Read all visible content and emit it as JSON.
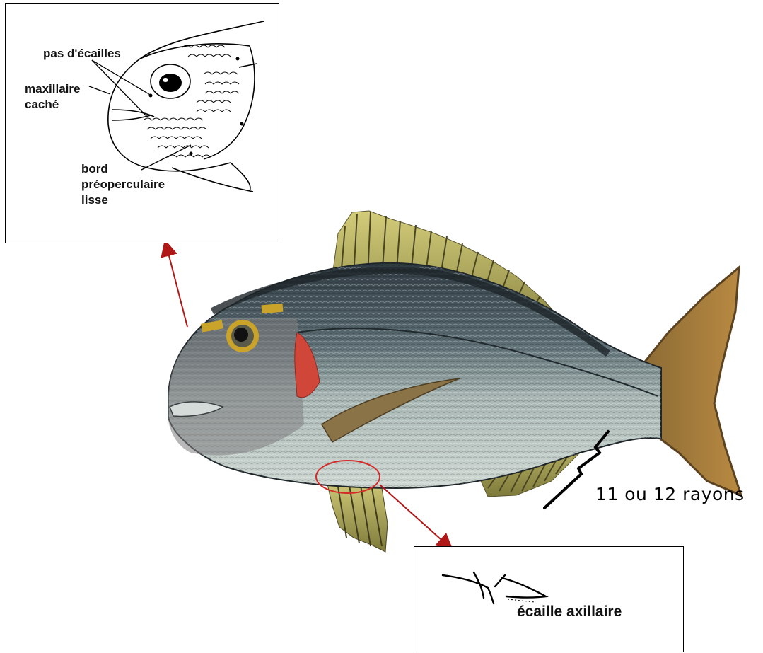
{
  "inset_head": {
    "labels": {
      "scales": "pas d'écailles",
      "maxillary_1": "maxillaire",
      "maxillary_2": "caché",
      "preopercle_1": "bord",
      "preopercle_2": "préoperculaire",
      "preopercle_3": "lisse"
    }
  },
  "fin_rays": {
    "label": "11 ou 12 rayons"
  },
  "inset_axillary": {
    "label": "écaille axillaire"
  },
  "colors": {
    "arrow": "#b01818",
    "circle": "#d42a2a",
    "fish_back": "#3c4a52",
    "fish_belly": "#c6d0cc",
    "fin_yellow": "#b8ae5a",
    "tail": "#a77a3a",
    "gill_red": "#d0473a",
    "eye_ring": "#c9a32a"
  }
}
